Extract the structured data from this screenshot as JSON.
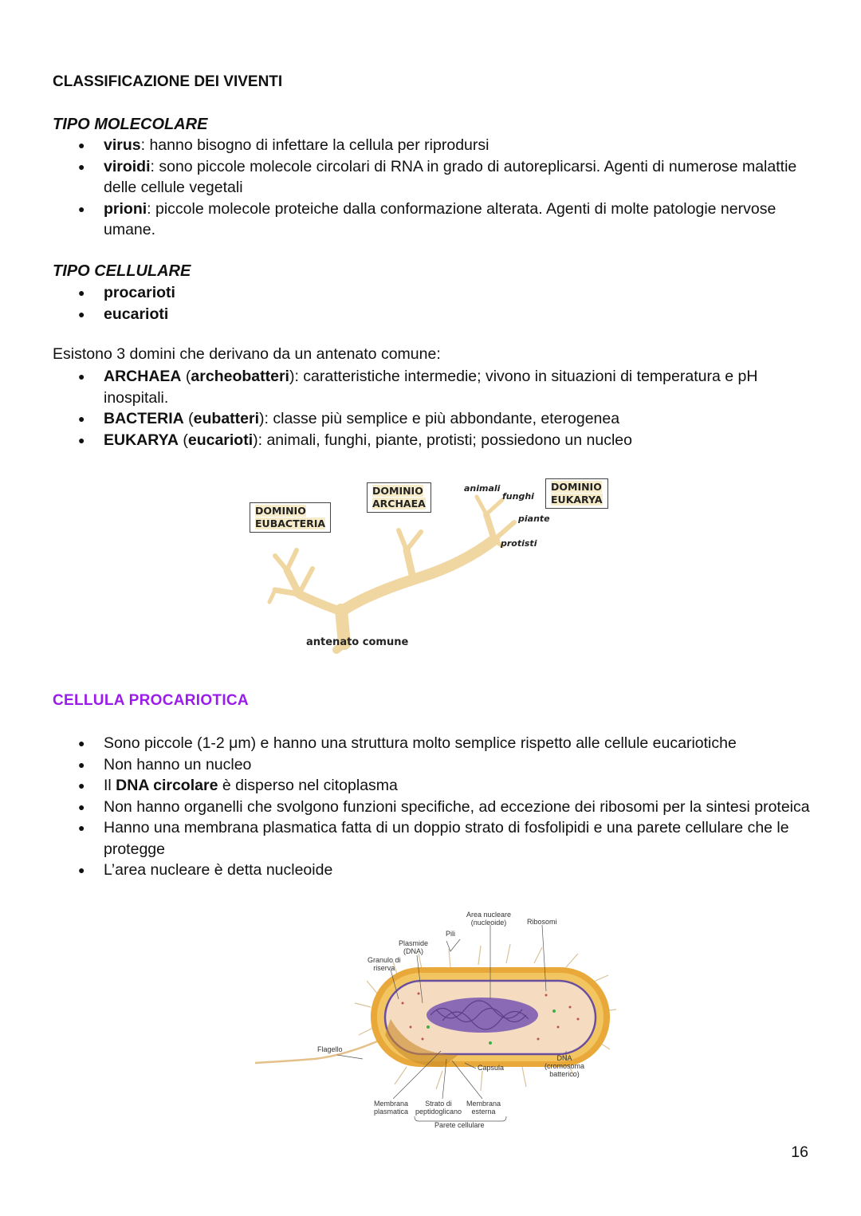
{
  "title": "CLASSIFICAZIONE DEI VIVENTI",
  "molecolare": {
    "heading": "TIPO MOLECOLARE",
    "items": [
      {
        "term": "virus",
        "text": ": hanno bisogno di infettare la cellula per riprodursi"
      },
      {
        "term": "viroidi",
        "text": ": sono piccole molecole circolari di RNA in grado di autoreplicarsi. Agenti di numerose malattie delle cellule vegetali"
      },
      {
        "term": "prioni",
        "text": ": piccole molecole proteiche dalla conformazione alterata. Agenti di molte patologie nervose umane."
      }
    ]
  },
  "cellulare": {
    "heading": "TIPO CELLULARE",
    "items": [
      "procarioti",
      "eucarioti"
    ]
  },
  "domini": {
    "intro": "Esistono 3 domini che derivano da un antenato comune:",
    "items": [
      {
        "name": "ARCHAEA",
        "open": " (",
        "alt": "archeobatteri",
        "text": "): caratteristiche intermedie; vivono in situazioni di temperatura e pH inospitali."
      },
      {
        "name": "BACTERIA",
        "open": " (",
        "alt": "eubatteri",
        "text": "): classe più semplice e più abbondante, eterogenea"
      },
      {
        "name": "EUKARYA",
        "open": " (",
        "alt": "eucarioti",
        "text": "): animali, funghi, piante, protisti; possiedono un nucleo"
      }
    ]
  },
  "tree": {
    "eubacteria": [
      "DOMINIO",
      "EUBACTERIA"
    ],
    "archaea": [
      "DOMINIO",
      "ARCHAEA"
    ],
    "eukarya": [
      "DOMINIO",
      "EUKARYA"
    ],
    "animali": "animali",
    "funghi": "funghi",
    "piante": "piante",
    "protisti": "protisti",
    "antenato": "antenato comune"
  },
  "procariotica": {
    "heading": "CELLULA PROCARIOTICA",
    "b1": "Sono piccole (1-2 μm) e hanno una struttura molto semplice rispetto alle cellule eucariotiche",
    "b2": "Non hanno un nucleo",
    "b3_pre": "Il ",
    "b3_bold": "DNA circolare",
    "b3_post": " è disperso nel citoplasma",
    "b4": "Non hanno organelli che svolgono funzioni specifiche, ad eccezione dei ribosomi per la sintesi proteica",
    "b5": "Hanno una membrana plasmatica fatta di un doppio strato di fosfolipidi e una parete cellulare che le protegge",
    "b6": "L’area nucleare è detta nucleoide"
  },
  "cell": {
    "area_nucleare": "Area nucleare",
    "nucleoide": "(nucleoide)",
    "ribosomi": "Ribosomi",
    "pili": "Pili",
    "plasmide": "Plasmide",
    "dna_paren": "(DNA)",
    "granulo": "Granulo di",
    "riserva": "riserva",
    "flagello": "Flagello",
    "capsula": "Capsula",
    "dna": "DNA",
    "cromosoma": "(cromosoma",
    "batterico": "batterico)",
    "membrana": "Membrana",
    "plasmatica": "plasmatica",
    "strato": "Strato di",
    "peptido": "peptidoglicano",
    "membrana2": "Membrana",
    "esterna": "esterna",
    "parete": "Parete cellulare"
  },
  "page_number": "16"
}
